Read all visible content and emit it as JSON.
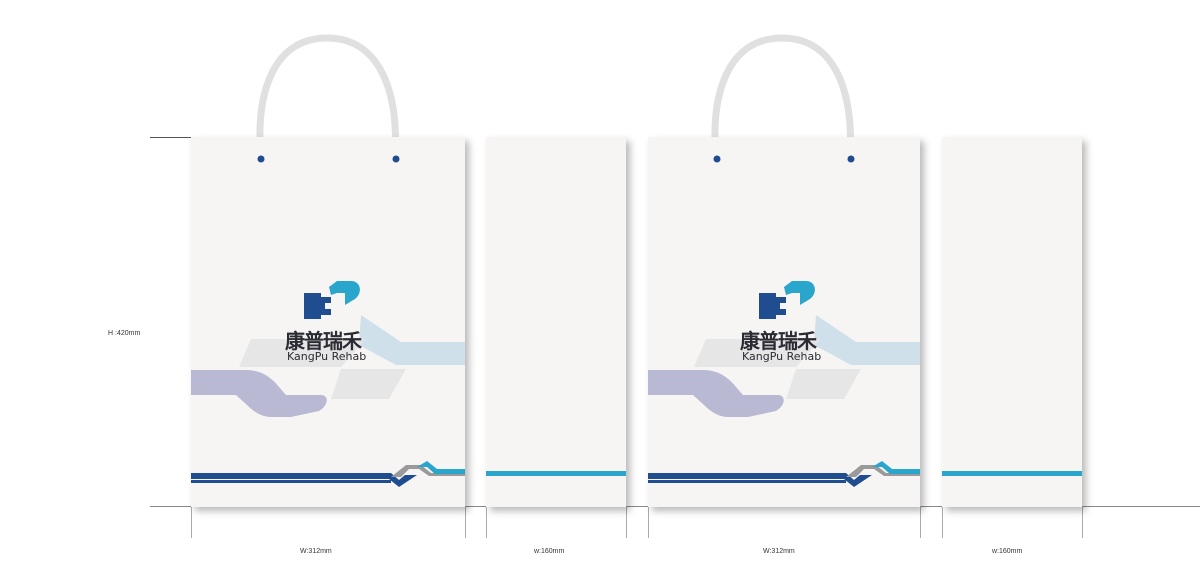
{
  "brand": {
    "name_cn": "康普瑞禾",
    "name_en": "KangPu Rehab",
    "colors": {
      "navy": "#1f4d8f",
      "cyan": "#2aa6cc",
      "light_blue": "#cfe0ea",
      "lavender": "#b9b9d3",
      "grey_shape": "#e4e4e6",
      "paper": "#f6f5f3",
      "handle": "#e0e0e0"
    },
    "logo_icon": "kangpu-logo-icon"
  },
  "dimensions": {
    "height_label": "H :420mm",
    "front_width_label": "W:312mm",
    "side_width_label": "w:160mm"
  },
  "bags": [
    {
      "front_width": "W:312mm",
      "side_width": "w:160mm"
    },
    {
      "front_width": "W:312mm",
      "side_width": "w:160mm"
    }
  ]
}
